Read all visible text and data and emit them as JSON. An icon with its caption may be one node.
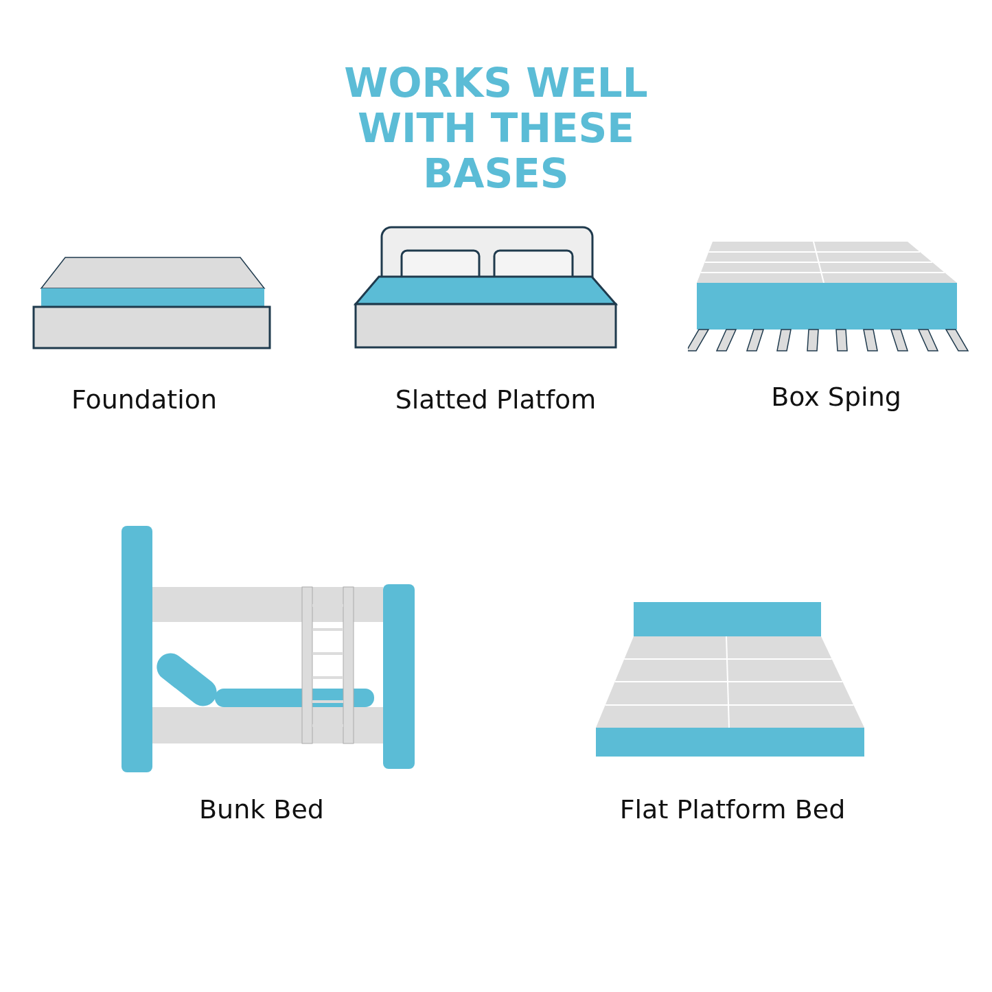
{
  "diagram": {
    "title": "WORKS WELL WITH THESE BASES",
    "labels": [
      "Foundation",
      "Slatted Platfom",
      "Box Sping",
      "Bunk Bed",
      "Flat Platform Bed"
    ]
  }
}
